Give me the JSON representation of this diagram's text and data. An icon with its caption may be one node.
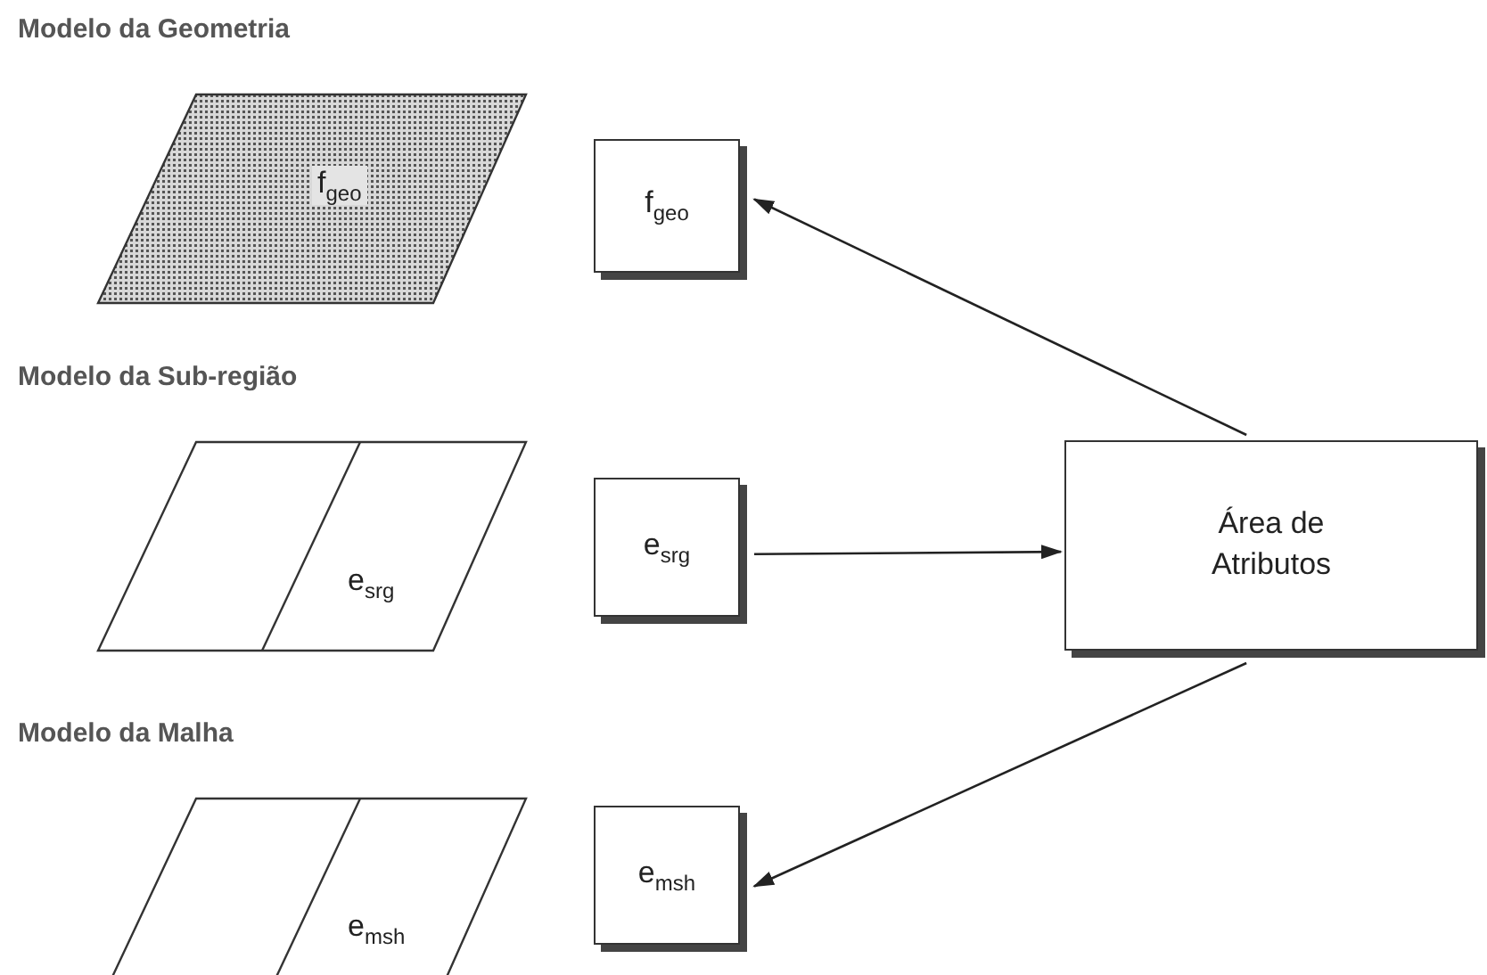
{
  "diagram": {
    "nodes": [
      {
        "text": [
          "Modelo da Geometria",
          "f$_{geo}$"
        ]
      },
      {
        "text": [
          "f$_{geo}$"
        ]
      },
      {
        "text": [
          "Modelo da Sub-região",
          "e$_{srg}$"
        ]
      },
      {
        "text": [
          "e$_{srg}$"
        ]
      },
      {
        "text": [
          "Modelo da Malha",
          "e$_{msh}$"
        ]
      },
      {
        "text": [
          "e$_{msh}$"
        ]
      },
      {
        "text": [
          "Área de Atributos"
        ]
      }
    ],
    "edges": [
      {
        "from": 6,
        "to": 1,
        "arrow": "to"
      },
      {
        "from": 3,
        "to": 6,
        "arrow": "to"
      },
      {
        "from": 6,
        "to": 5,
        "arrow": "to"
      }
    ]
  }
}
